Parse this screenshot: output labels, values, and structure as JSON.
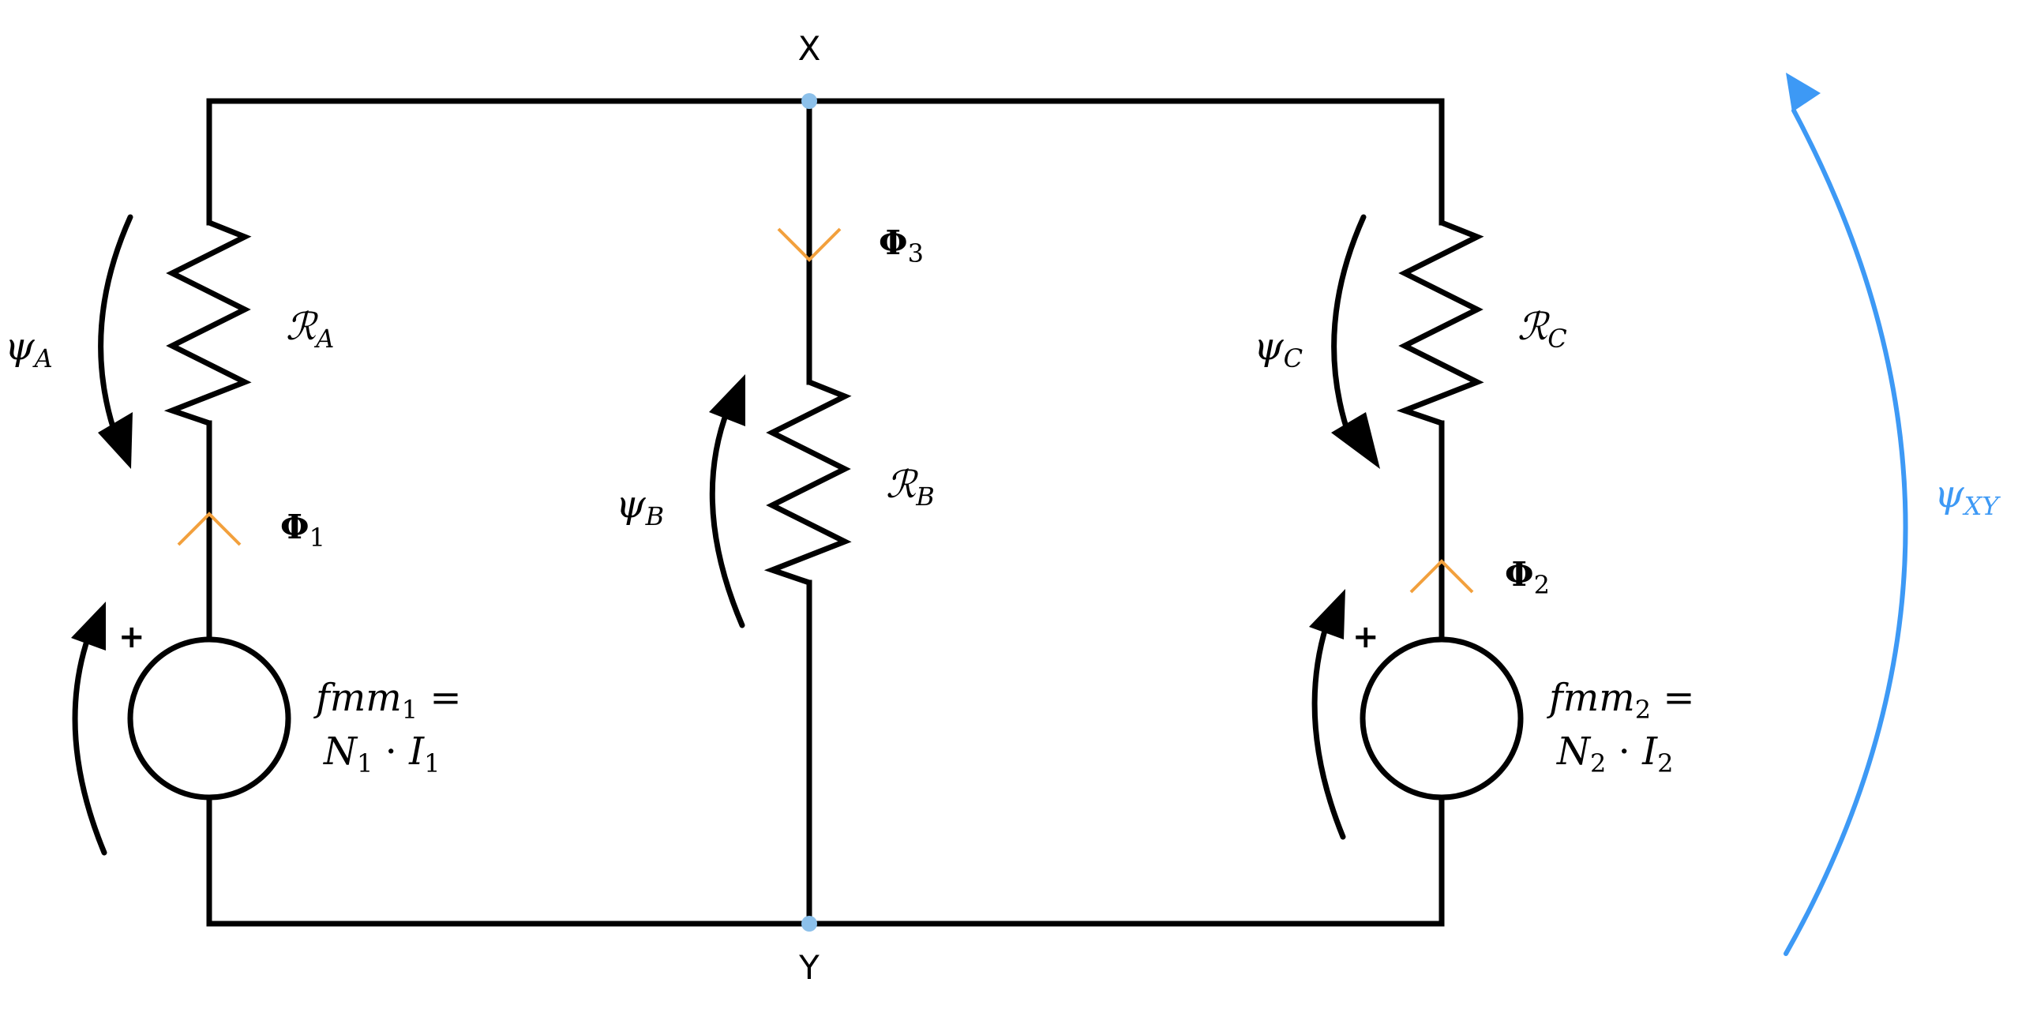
{
  "nodes": {
    "top": {
      "label": "X"
    },
    "bottom": {
      "label": "Y"
    }
  },
  "reluctances": {
    "a": {
      "symbol": "ℛ",
      "sub": "A"
    },
    "b": {
      "symbol": "ℛ",
      "sub": "B"
    },
    "c": {
      "symbol": "ℛ",
      "sub": "C"
    }
  },
  "fluxes": {
    "phi1": {
      "symbol": "Φ",
      "sub": "1"
    },
    "phi2": {
      "symbol": "Φ",
      "sub": "2"
    },
    "phi3": {
      "symbol": "Φ",
      "sub": "3"
    }
  },
  "potentials": {
    "psi_a": {
      "symbol": "ψ",
      "sub": "A"
    },
    "psi_b": {
      "symbol": "ψ",
      "sub": "B"
    },
    "psi_c": {
      "symbol": "ψ",
      "sub": "C"
    },
    "psi_xy": {
      "symbol": "ψ",
      "sub": "XY"
    }
  },
  "sources": {
    "fmm1": {
      "line1_name": "fmm",
      "line1_sub": "1",
      "line1_eq": " =",
      "line2_n": "N",
      "line2_n_sub": "1",
      "line2_dot": " · ",
      "line2_i": "I",
      "line2_i_sub": "1",
      "polarity": "+"
    },
    "fmm2": {
      "line1_name": "fmm",
      "line1_sub": "2",
      "line1_eq": " =",
      "line2_n": "N",
      "line2_n_sub": "2",
      "line2_dot": " · ",
      "line2_i": "I",
      "line2_i_sub": "2",
      "polarity": "+"
    }
  },
  "colors": {
    "wire": "#000000",
    "flux_marker": "#f2a03d",
    "psi_xy_arrow": "#3d99f5",
    "node_dot": "#8cc0ea"
  }
}
